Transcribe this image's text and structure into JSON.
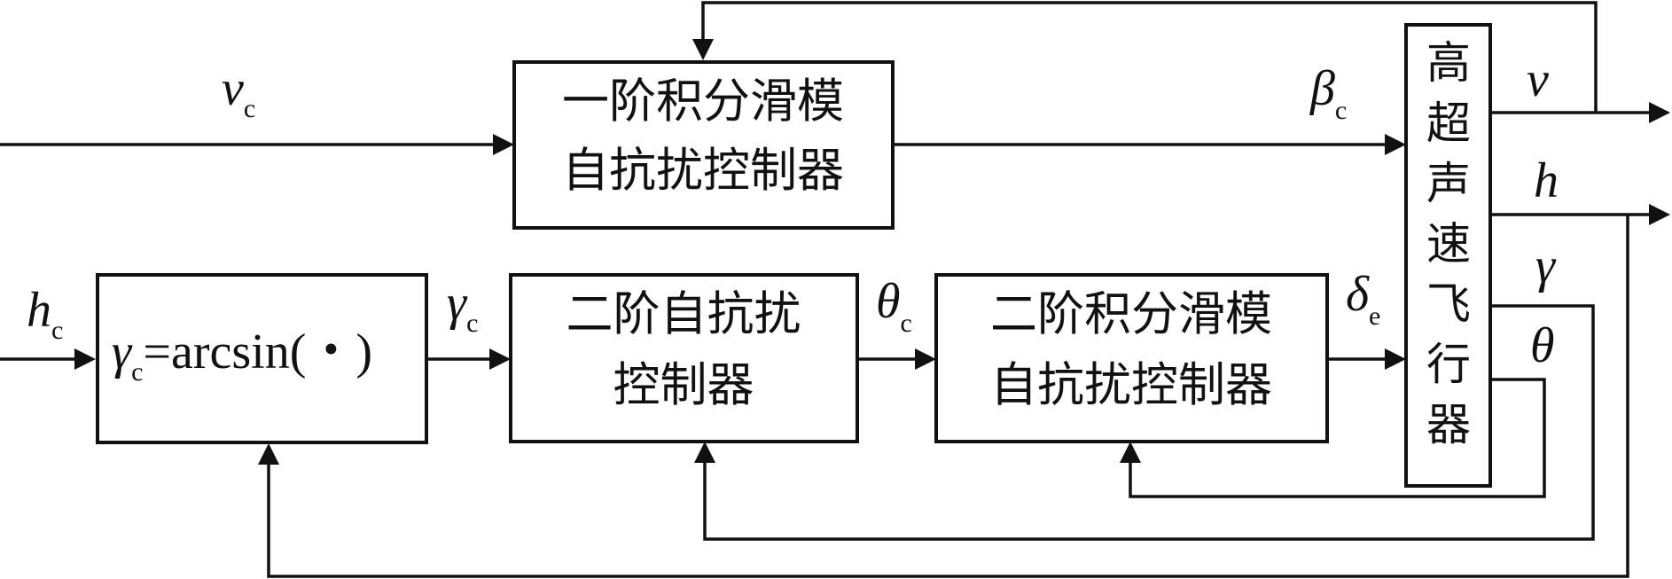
{
  "blocks": {
    "velocity_controller": [
      "一阶积分滑模",
      "自抗扰控制器"
    ],
    "gamma_calc": {
      "lhs": "γ",
      "lhs_sub": "c",
      "rhs": "=arcsin(・)"
    },
    "second_order_adrc": [
      "二阶自抗扰",
      "控制器"
    ],
    "second_order_ismc": [
      "二阶积分滑模",
      "自抗扰控制器"
    ],
    "vehicle": [
      "高",
      "超",
      "声",
      "速",
      "飞",
      "行",
      "器"
    ]
  },
  "signals": {
    "v_c": {
      "sym": "v",
      "sub": "c"
    },
    "beta_c": {
      "sym": "β",
      "sub": "c"
    },
    "h_c": {
      "sym": "h",
      "sub": "c"
    },
    "gamma_c": {
      "sym": "γ",
      "sub": "c"
    },
    "theta_c": {
      "sym": "θ",
      "sub": "c"
    },
    "delta_e": {
      "sym": "δ",
      "sub": "e"
    },
    "v": "v",
    "h": "h",
    "gamma": "γ",
    "theta": "θ"
  }
}
